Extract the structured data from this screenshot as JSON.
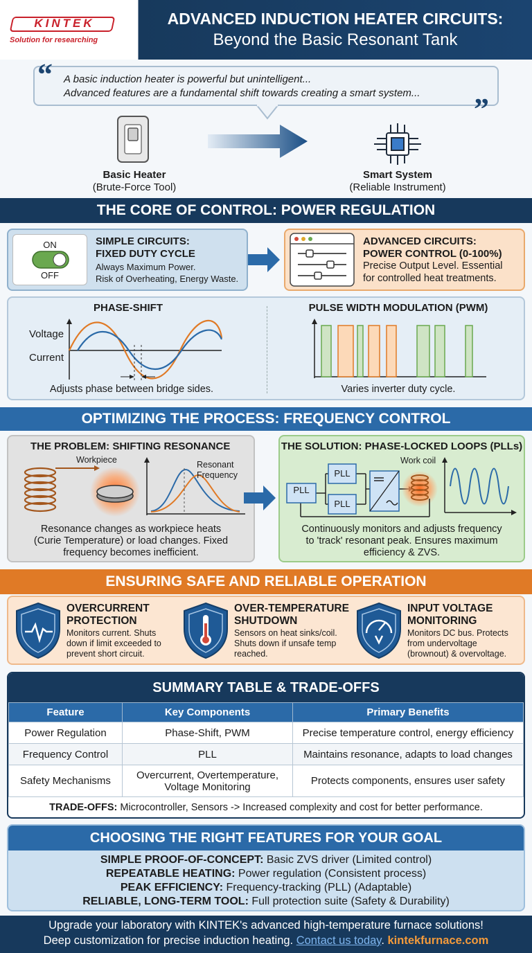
{
  "header": {
    "logo": "KINTEK",
    "tagline": "Solution for researching",
    "title_line1": "ADVANCED INDUCTION HEATER CIRCUITS:",
    "title_line2": "Beyond the Basic Resonant Tank"
  },
  "intro": {
    "quote_line1": "A basic induction heater is powerful but unintelligent...",
    "quote_line2": "Advanced features are a fundamental shift towards creating a smart system...",
    "basic_title": "Basic Heater",
    "basic_sub": "(Brute-Force Tool)",
    "smart_title": "Smart System",
    "smart_sub": "(Reliable Instrument)"
  },
  "power": {
    "band": "THE CORE OF CONTROL: POWER REGULATION",
    "switch_on": "ON",
    "switch_off": "OFF",
    "simple_title1": "SIMPLE CIRCUITS:",
    "simple_title2": "FIXED DUTY CYCLE",
    "simple_desc1": "Always Maximum Power.",
    "simple_desc2": "Risk of Overheating, Energy Waste.",
    "adv_title1": "ADVANCED CIRCUITS:",
    "adv_title2": "POWER CONTROL (0-100%)",
    "adv_desc1": "Precise Output Level. Essential",
    "adv_desc2": "for controlled heat treatments.",
    "phase_title": "PHASE-SHIFT",
    "voltage_label": "Voltage",
    "current_label": "Current",
    "phase_caption": "Adjusts phase between bridge sides.",
    "pwm_title": "PULSE WIDTH MODULATION (PWM)",
    "pwm_caption": "Varies inverter duty cycle."
  },
  "frequency": {
    "band": "OPTIMIZING THE PROCESS: FREQUENCY CONTROL",
    "problem_title": "THE PROBLEM: SHIFTING RESONANCE",
    "workpiece": "Workpiece",
    "resonant1": "Resonant",
    "resonant2": "Frequency",
    "problem_desc1": "Resonance changes as workpiece heats",
    "problem_desc2": "(Curie Temperature) or load changes. Fixed",
    "problem_desc3": "frequency becomes inefficient.",
    "solution_title": "THE SOLUTION: PHASE-LOCKED LOOPS (PLLs)",
    "pll": "PLL",
    "work_coil": "Work coil",
    "solution_desc1": "Continuously monitors and adjusts frequency",
    "solution_desc2": "to 'track' resonant peak. Ensures maximum",
    "solution_desc3": "efficiency & ZVS."
  },
  "safety": {
    "band": "ENSURING SAFE AND RELIABLE OPERATION",
    "items": [
      {
        "title1": "OVERCURRENT",
        "title2": "PROTECTION",
        "d1": "Monitors current. Shuts",
        "d2": "down if limit exceeded to",
        "d3": "prevent short circuit."
      },
      {
        "title1": "OVER-TEMPERATURE",
        "title2": "SHUTDOWN",
        "d1": "Sensors on heat sinks/coil.",
        "d2": "Shuts down if unsafe temp",
        "d3": "reached."
      },
      {
        "title1": "INPUT VOLTAGE",
        "title2": "MONITORING",
        "d1": "Monitors DC bus. Protects",
        "d2": "from undervoltage",
        "d3": "(brownout) & overvoltage."
      }
    ]
  },
  "summary": {
    "title": "SUMMARY TABLE & TRADE-OFFS",
    "headers": [
      "Feature",
      "Key Components",
      "Primary Benefits"
    ],
    "rows": [
      [
        "Power Regulation",
        "Phase-Shift, PWM",
        "Precise temperature control, energy efficiency"
      ],
      [
        "Frequency Control",
        "PLL",
        "Maintains resonance, adapts to load changes"
      ],
      [
        "Safety Mechanisms",
        "Overcurrent, Overtemperature,",
        "Protects components, ensures user safety"
      ]
    ],
    "row3_line2": "Voltage Monitoring",
    "tradeoffs_label": "TRADE-OFFS:",
    "tradeoffs_text": " Microcontroller, Sensors -> Increased complexity and cost for better performance."
  },
  "choosing": {
    "title": "CHOOSING THE RIGHT FEATURES FOR YOUR GOAL",
    "items": [
      {
        "k": "SIMPLE PROOF-OF-CONCEPT:",
        "v": " Basic ZVS driver (Limited control)"
      },
      {
        "k": "REPEATABLE HEATING:",
        "v": " Power regulation (Consistent process)"
      },
      {
        "k": "PEAK EFFICIENCY:",
        "v": " Frequency-tracking (PLL) (Adaptable)"
      },
      {
        "k": "RELIABLE, LONG-TERM TOOL:",
        "v": " Full protection suite (Safety & Durability)"
      }
    ]
  },
  "footer": {
    "line1": "Upgrade your laboratory with KINTEK's advanced high-temperature furnace solutions!",
    "line2": "Deep customization for precise induction heating. ",
    "contact": "Contact us today",
    "dot": ". ",
    "site": "kintekfurnace.com"
  },
  "colors": {
    "navy": "#17395c",
    "blue": "#2b6aa8",
    "orange": "#e07a26",
    "green": "#6aa84f"
  }
}
